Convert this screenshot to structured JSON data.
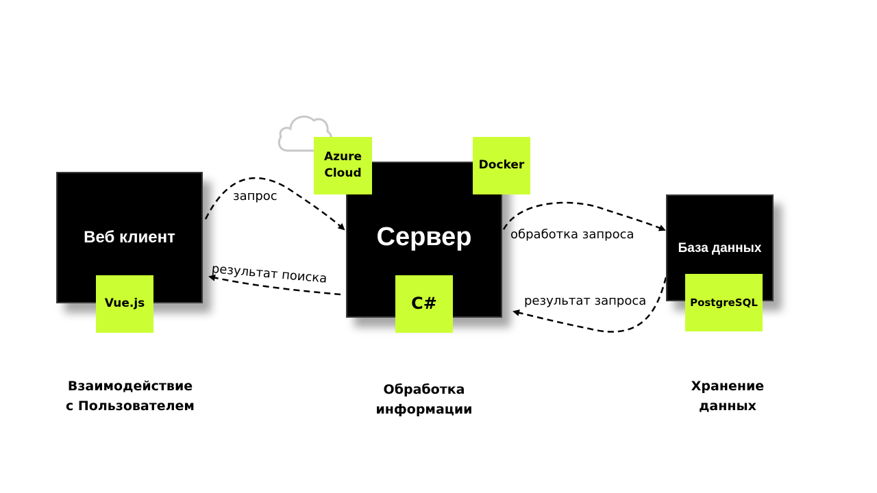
{
  "blocks": {
    "web_client": "Веб клиент",
    "server": "Сервер",
    "database": "База данных"
  },
  "tags": {
    "vue": "Vue.js",
    "csharp": "C#",
    "azure": "Azure Cloud",
    "docker": "Docker",
    "postgres": "PostgreSQL"
  },
  "edges": {
    "request": "запрос",
    "search_result": "результат поиска",
    "processing": "обработка запроса",
    "query_result": "результат запроса"
  },
  "captions": {
    "interaction": "Взаимодействие с Пользователем",
    "processing": "Обработка информации",
    "storage": "Хранение данных"
  },
  "colors": {
    "block": "#000000",
    "tag": "#ccff33",
    "cloud_outline": "#c8c8c8"
  },
  "icons": {
    "cloud": "cloud-icon"
  }
}
